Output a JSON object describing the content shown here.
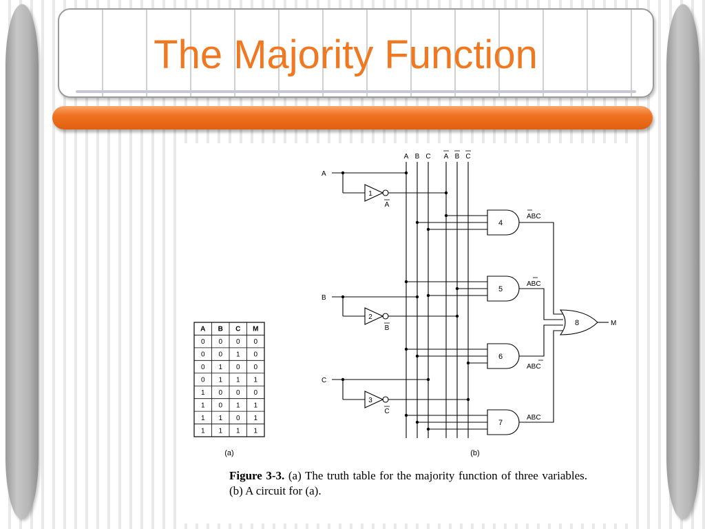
{
  "slide": {
    "title": "The Majority Function"
  },
  "truth_table": {
    "headers": [
      "A",
      "B",
      "C",
      "M"
    ],
    "rows": [
      [
        "0",
        "0",
        "0",
        "0"
      ],
      [
        "0",
        "0",
        "1",
        "0"
      ],
      [
        "0",
        "1",
        "0",
        "0"
      ],
      [
        "0",
        "1",
        "1",
        "1"
      ],
      [
        "1",
        "0",
        "0",
        "0"
      ],
      [
        "1",
        "0",
        "1",
        "1"
      ],
      [
        "1",
        "1",
        "0",
        "1"
      ],
      [
        "1",
        "1",
        "1",
        "1"
      ]
    ],
    "label": "(a)"
  },
  "circuit": {
    "label": "(b)",
    "inputs": [
      "A",
      "B",
      "C"
    ],
    "bus_labels": [
      "A",
      "B",
      "C",
      "A",
      "B",
      "C"
    ],
    "inverter_numbers": [
      "1",
      "2",
      "3"
    ],
    "inverter_outputs": [
      "A",
      "B",
      "C"
    ],
    "and_gate_numbers": [
      "4",
      "5",
      "6",
      "7"
    ],
    "and_gate_terms": [
      "ABC",
      "ABC",
      "ABC",
      "ABC"
    ],
    "or_gate_number": "8",
    "output": "M"
  },
  "caption": {
    "figure_label": "Figure 3-3.",
    "text": "(a) The truth table for the majority function of three variables. (b) A circuit for (a)."
  },
  "colors": {
    "title": "#f07820",
    "orange_bar": "#f07120",
    "pillar": "#b6b6b6"
  }
}
